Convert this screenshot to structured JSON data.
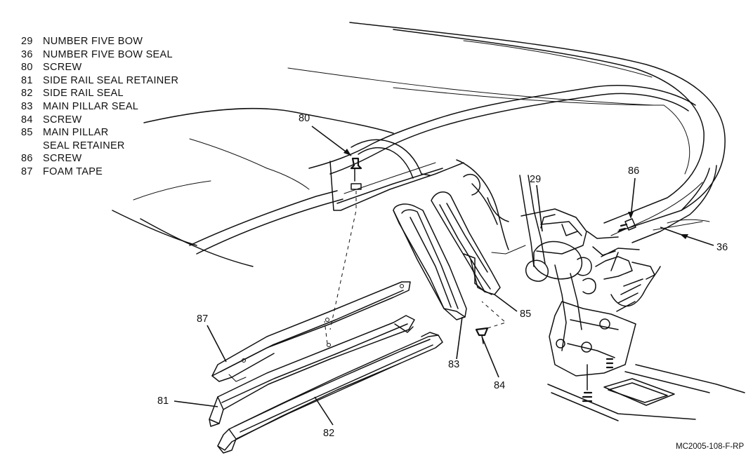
{
  "legend": {
    "items": [
      {
        "num": "29",
        "label": "NUMBER FIVE BOW"
      },
      {
        "num": "36",
        "label": "NUMBER FIVE BOW SEAL"
      },
      {
        "num": "80",
        "label": "SCREW"
      },
      {
        "num": "81",
        "label": "SIDE RAIL SEAL RETAINER"
      },
      {
        "num": "82",
        "label": "SIDE RAIL SEAL"
      },
      {
        "num": "83",
        "label": "MAIN PILLAR SEAL"
      },
      {
        "num": "84",
        "label": "SCREW"
      },
      {
        "num": "85",
        "label": "MAIN PILLAR",
        "cont": "SEAL RETAINER"
      },
      {
        "num": "86",
        "label": "SCREW"
      },
      {
        "num": "87",
        "label": "FOAM TAPE"
      }
    ]
  },
  "callouts": {
    "c80": "80",
    "c86": "86",
    "c29": "29",
    "c36": "36",
    "c87": "87",
    "c85": "85",
    "c81": "81",
    "c83": "83",
    "c84": "84",
    "c82": "82"
  },
  "figure_code": "MC2005-108-F-RP",
  "colors": {
    "ink": "#111111",
    "paper": "#ffffff"
  }
}
